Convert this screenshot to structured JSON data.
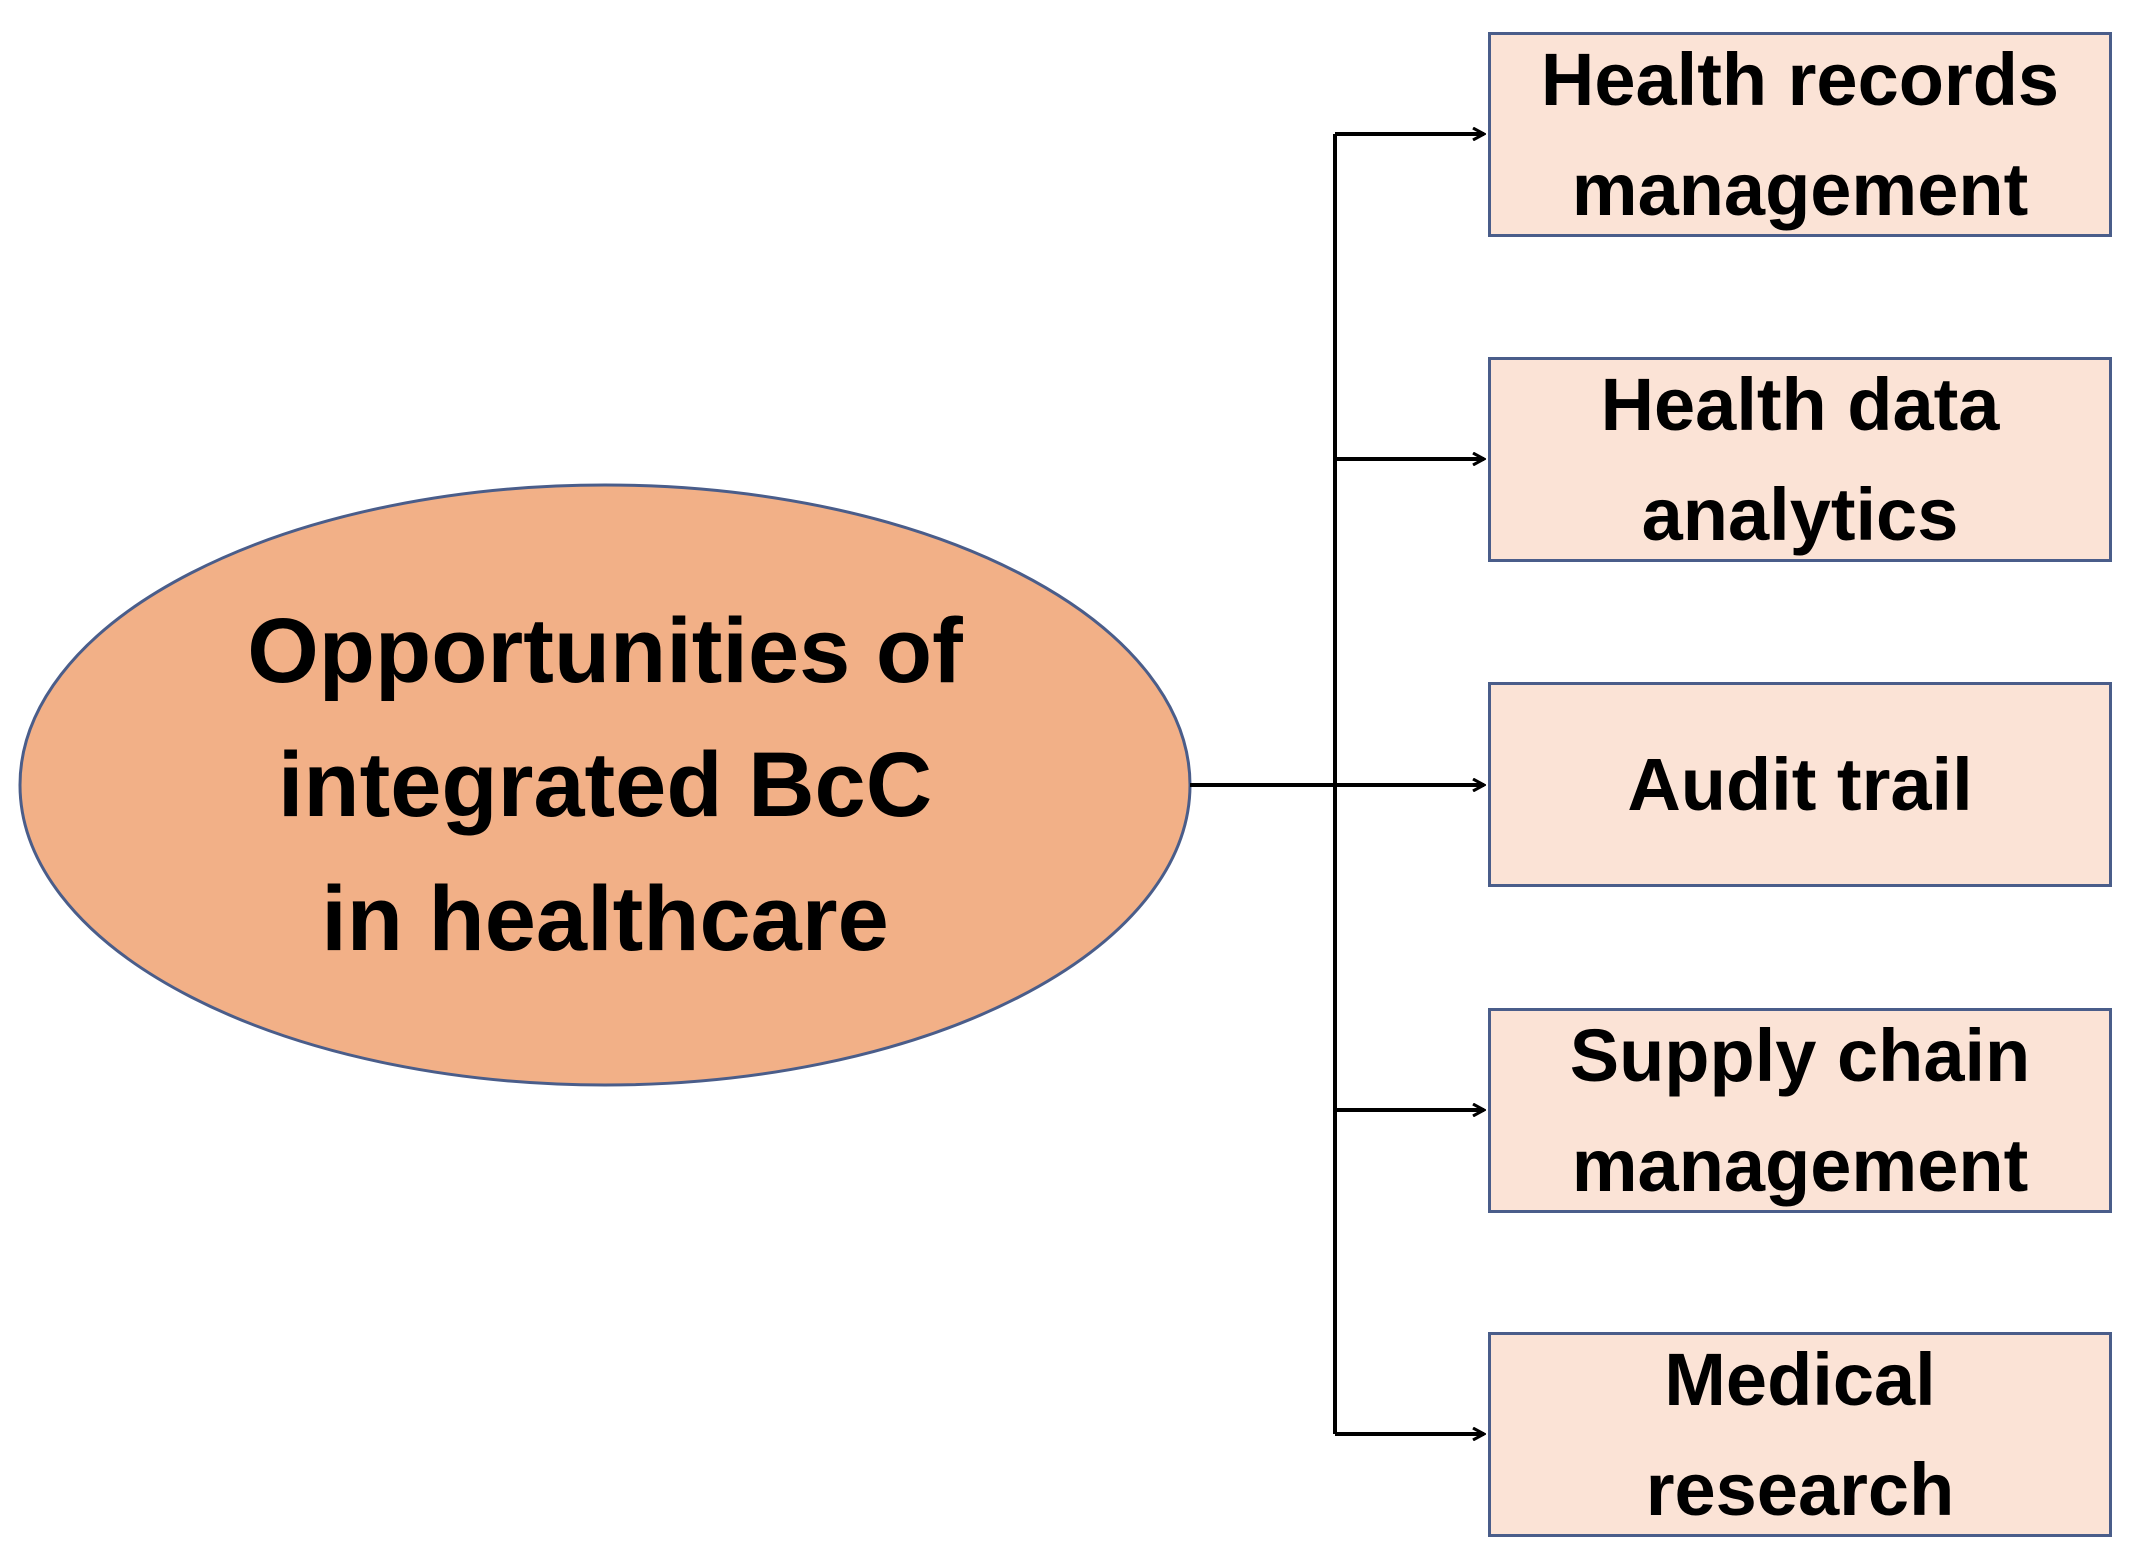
{
  "center": {
    "label": "Opportunities of\nintegrated BcC\nin healthcare",
    "fill": "#f2b087",
    "stroke": "#4a5d8a"
  },
  "items": [
    {
      "label": "Health records\nmanagement"
    },
    {
      "label": "Health data\nanalytics"
    },
    {
      "label": "Audit trail"
    },
    {
      "label": "Supply chain\nmanagement"
    },
    {
      "label": "Medical\nresearch"
    }
  ],
  "colors": {
    "box_fill": "#fbe3d6",
    "box_border": "#4a5d8a",
    "connector": "#000000"
  }
}
